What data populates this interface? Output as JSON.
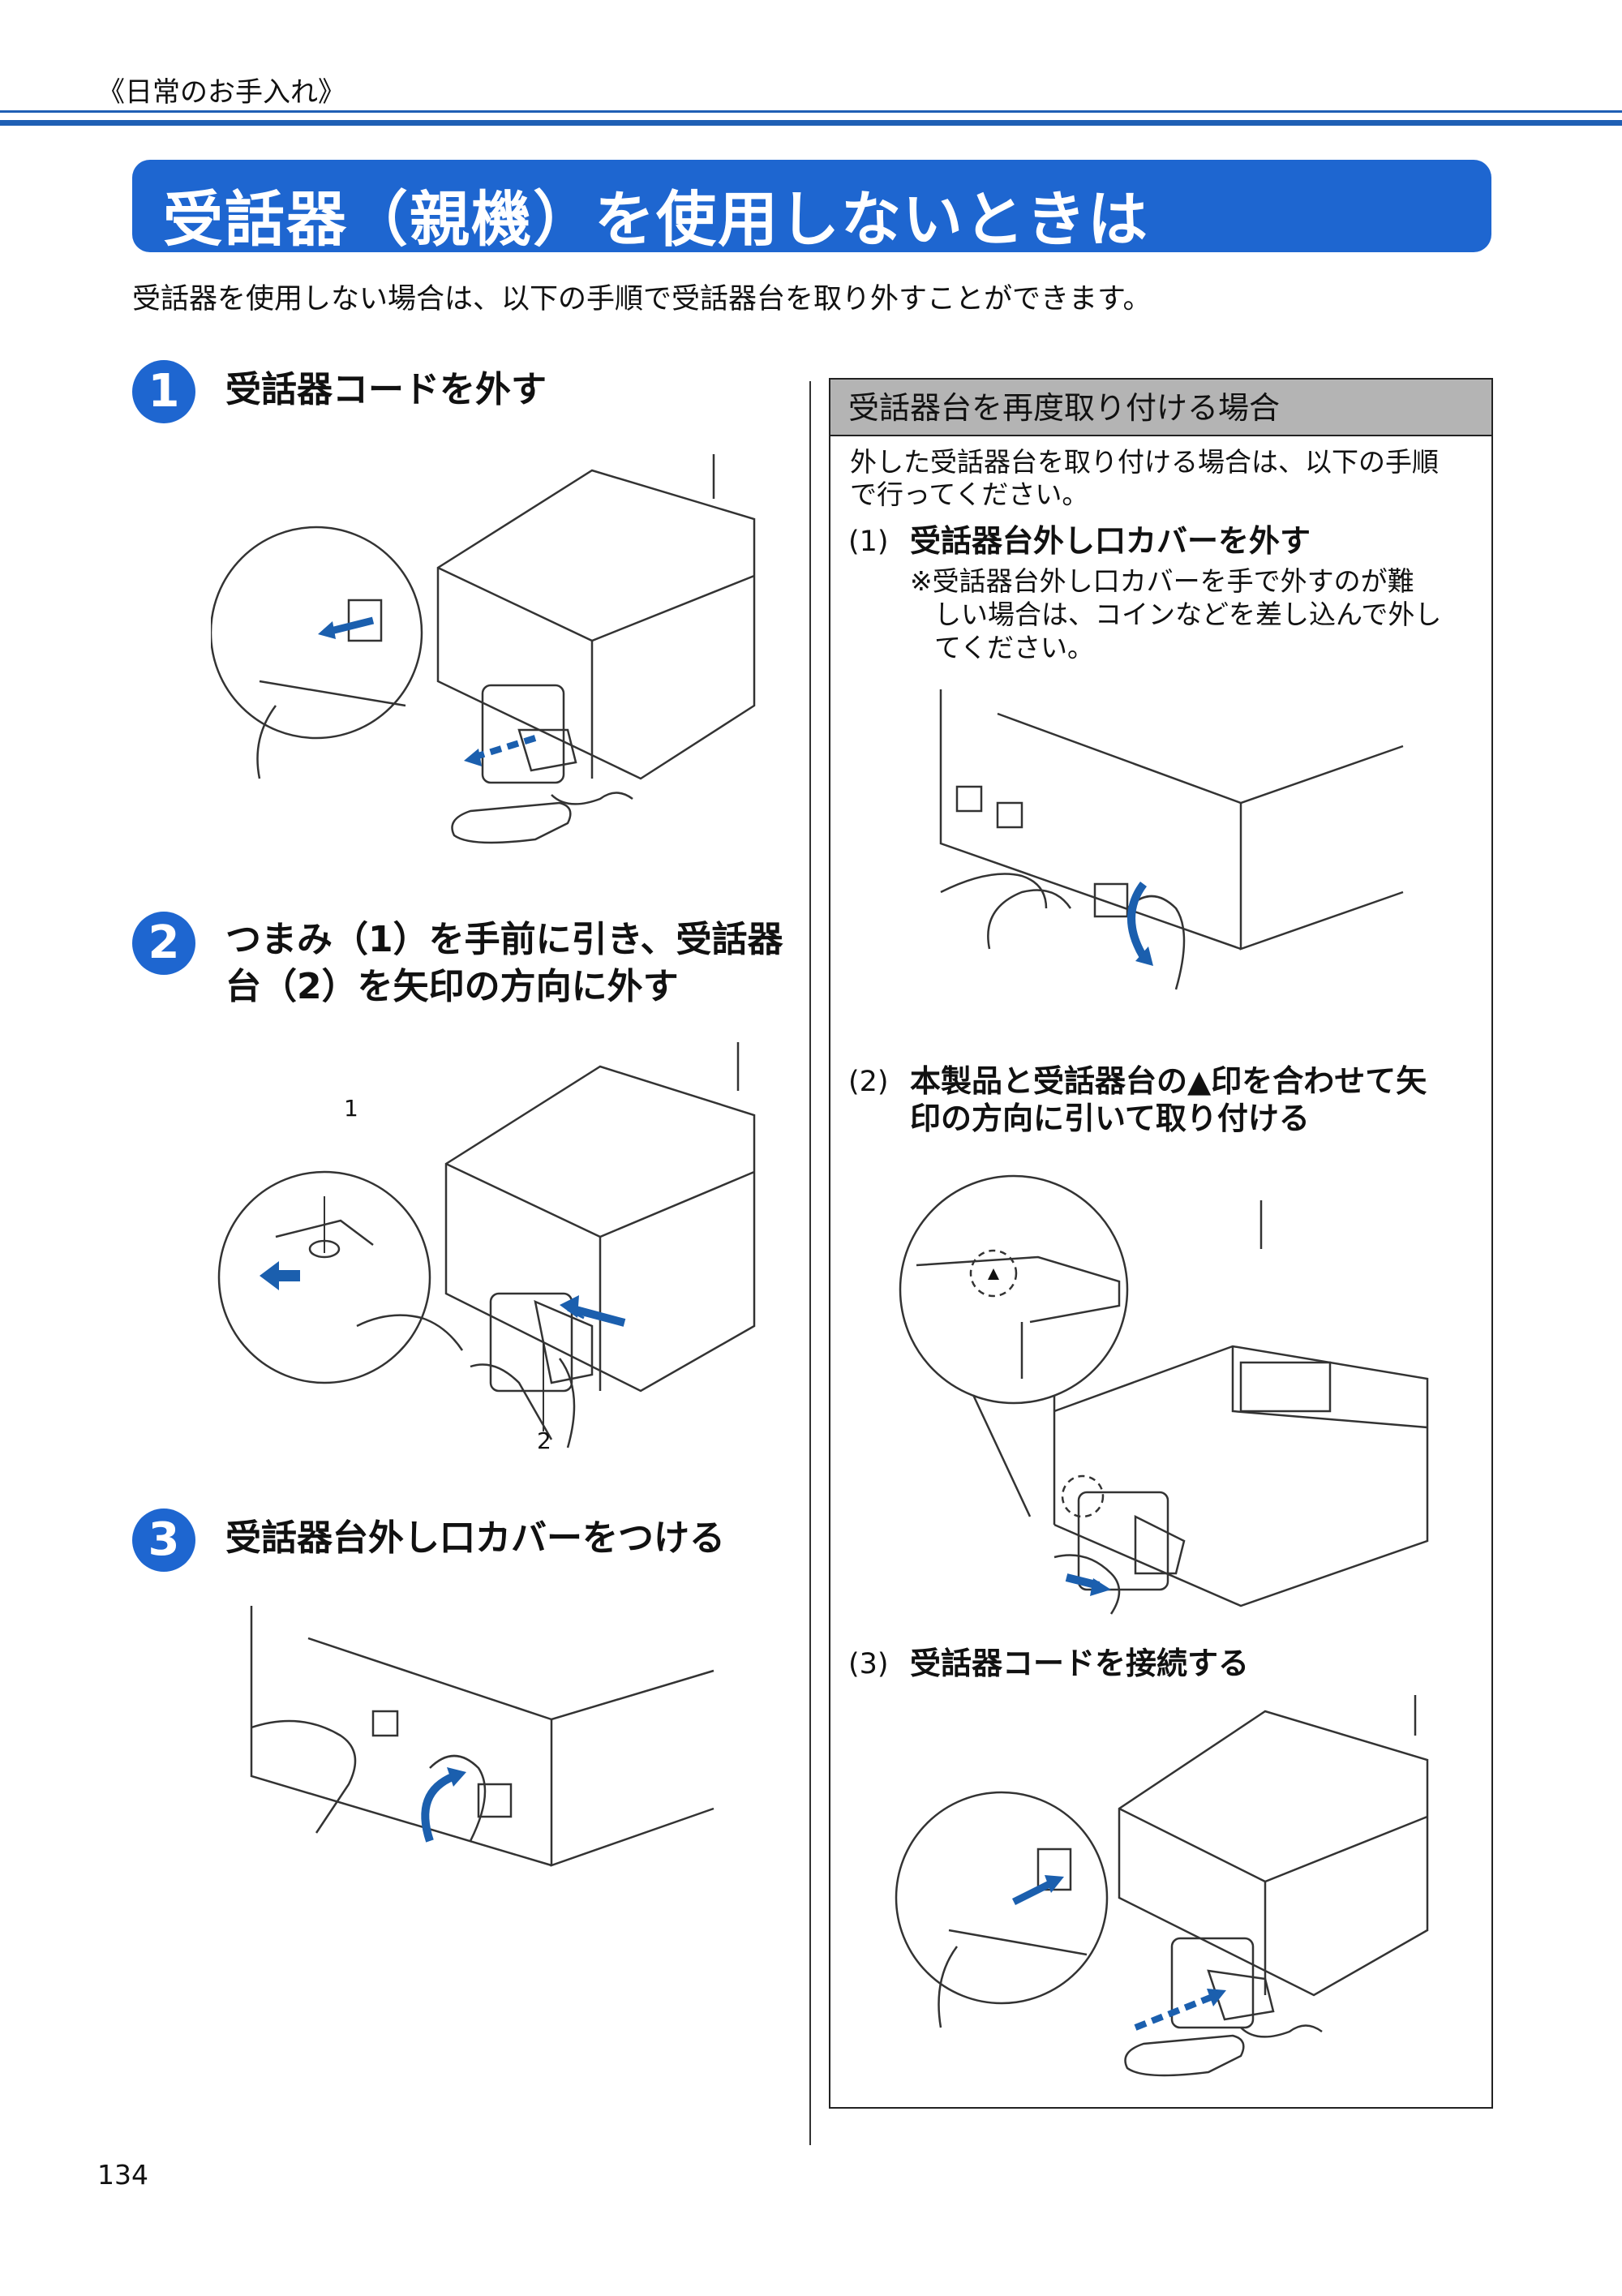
{
  "header": {
    "breadcrumb": "《日常のお手入れ》"
  },
  "title": "受話器（親機）を使用しないときは",
  "intro": "受話器を使用しない場合は、以下の手順で受話器台を取り外すことができます。",
  "steps": [
    {
      "number": "1",
      "text": "受話器コードを外す"
    },
    {
      "number": "2",
      "line1": "つまみ（1）を手前に引き、受話器",
      "line2": "台（2）を矢印の方向に外す"
    },
    {
      "number": "3",
      "text": "受話器台外し口カバーをつける"
    }
  ],
  "callouts": {
    "knob": "1",
    "stand": "2"
  },
  "sidebar": {
    "title": "受話器台を再度取り付ける場合",
    "intro_line1": "外した受話器台を取り付ける場合は、以下の手順",
    "intro_line2": "で行ってください。",
    "items": [
      {
        "num": "(1)",
        "text": "受話器台外し口カバーを外す",
        "note_line1": "※受話器台外し口カバーを手で外すのが難",
        "note_line2": "しい場合は、コインなどを差し込んで外し",
        "note_line3": "てください。"
      },
      {
        "num": "(2)",
        "line1": "本製品と受話器台の▲印を合わせて矢",
        "line2": "印の方向に引いて取り付ける"
      },
      {
        "num": "(3)",
        "text": "受話器コードを接続する"
      }
    ]
  },
  "page_number": "134",
  "colors": {
    "accent": "#1e66d0",
    "rule": "#1f5fb4",
    "sidebar_header": "#b4b4b4",
    "arrow": "#1b5fae"
  }
}
